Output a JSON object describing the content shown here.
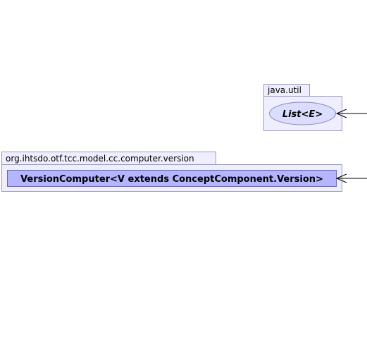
{
  "packages": [
    {
      "name": "java.util",
      "elements": [
        {
          "kind": "interface",
          "label": "List<E>"
        }
      ]
    },
    {
      "name": "org.ihtsdo.otf.tcc.model.cc.computer.version",
      "elements": [
        {
          "kind": "class",
          "label": "VersionComputer<V extends ConceptComponent.Version>"
        }
      ]
    }
  ],
  "colors": {
    "package_fill": "#eeeeff",
    "package_border": "#9999bb",
    "node_fill": "#b4b4ff",
    "node_border": "#6666aa",
    "edge": "#000000"
  }
}
